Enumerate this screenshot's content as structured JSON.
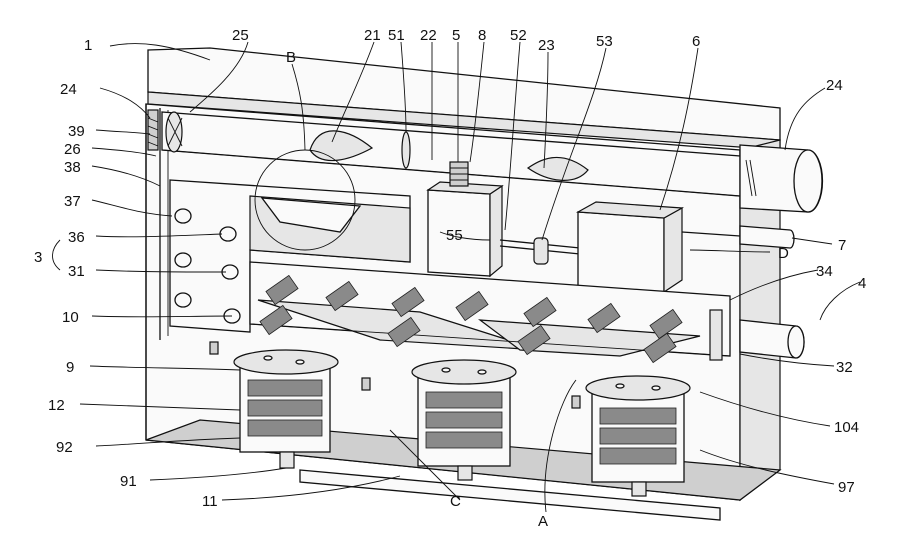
{
  "labels": {
    "l1": "1",
    "l25": "25",
    "lB": "B",
    "l21": "21",
    "l51": "51",
    "l22": "22",
    "l5": "5",
    "l8": "8",
    "l52": "52",
    "l23": "23",
    "l53": "53",
    "l6": "6",
    "l24a": "24",
    "l24b": "24",
    "l39": "39",
    "l26": "26",
    "l38": "38",
    "l37": "37",
    "l36": "36",
    "l3": "3",
    "l31": "31",
    "l10": "10",
    "l55": "55",
    "l7": "7",
    "lD": "D",
    "l34": "34",
    "l4": "4",
    "l32": "32",
    "l9": "9",
    "l12": "12",
    "l92": "92",
    "l91": "91",
    "l11": "11",
    "lC": "C",
    "lA": "A",
    "l104": "104",
    "l97": "97"
  }
}
